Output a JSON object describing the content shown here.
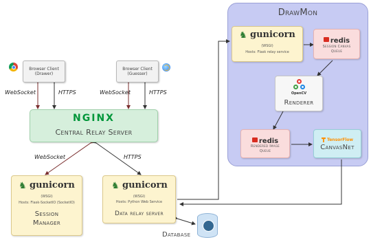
{
  "clients": {
    "drawer": {
      "line1": "Browser Client",
      "line2": "(Drawer)"
    },
    "guesser": {
      "line1": "Browser Client",
      "line2": "(Guesser)"
    }
  },
  "labels": {
    "websocket": "WebSocket",
    "https": "HTTPS"
  },
  "nginx": {
    "logo": "NGINX",
    "title": "Central Relay Server"
  },
  "session_manager": {
    "brand": "gunicorn",
    "wsgi": "(WSGI)",
    "host": "Hosts: Flask-SocketIO (SocketIO)",
    "title1": "Session",
    "title2": "Manager"
  },
  "data_relay": {
    "brand": "gunicorn",
    "wsgi": "(WSGI)",
    "host": "Hosts: Python Web Service",
    "title": "Data relay server"
  },
  "database": {
    "label": "Database"
  },
  "drawmon": {
    "title": "DrawMon",
    "gunicorn": {
      "brand": "gunicorn",
      "wsgi": "(WSGI)",
      "host": "Hosts: Flask relay service"
    },
    "redis_session": {
      "brand": "redis",
      "caption1": "Session Canvas",
      "caption2": "Queue"
    },
    "renderer": {
      "logo_text": "OpenCV",
      "title": "Renderer"
    },
    "redis_rendered": {
      "brand": "redis",
      "caption1": "Rendered Image",
      "caption2": "Queue"
    },
    "canvasnet": {
      "brand": "TensorFlow",
      "title": "CanvasNet"
    }
  },
  "colors": {
    "nginx_green": "#009639",
    "drawmon_bg": "#c7cbf3",
    "gunicorn_bg": "#fdf4cf",
    "redis_bg": "#fadddd",
    "canvasnet_bg": "#cfeef3",
    "arrow_dark": "#7a2e2e"
  }
}
